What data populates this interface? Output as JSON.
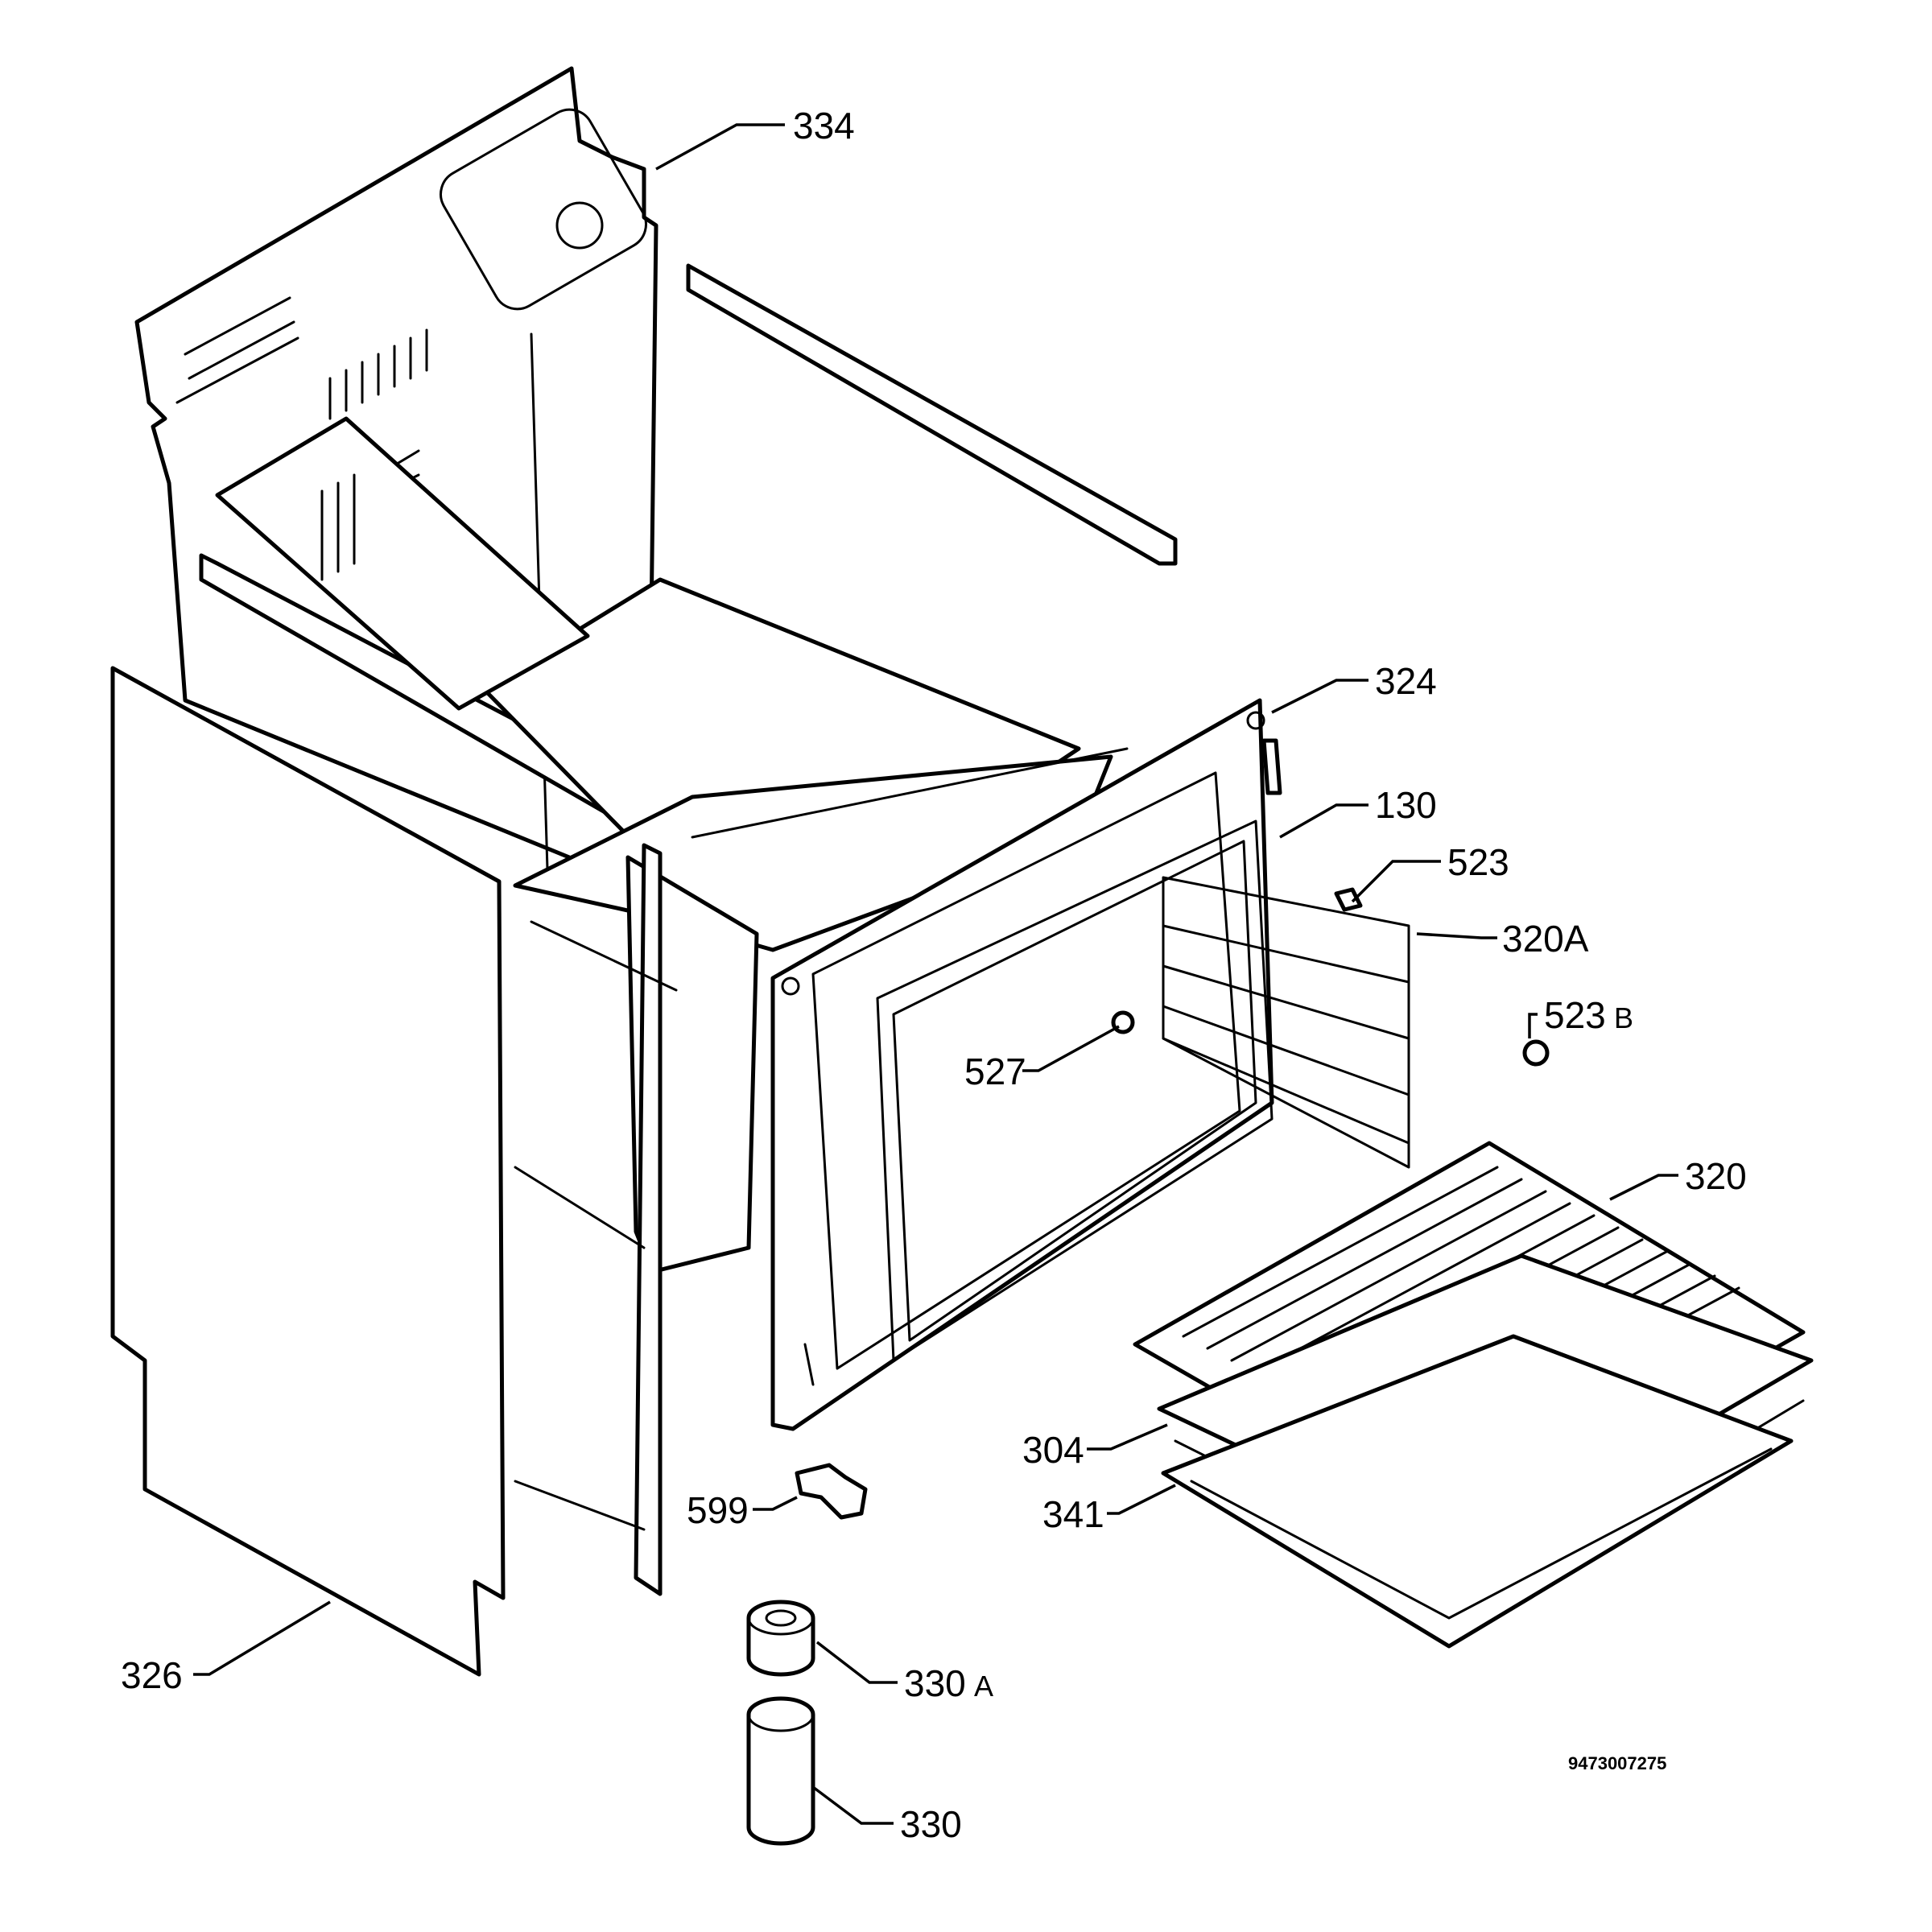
{
  "diagram": {
    "document_code": "9473007275",
    "labels": [
      {
        "id": "334",
        "text": "334",
        "suffix": ""
      },
      {
        "id": "324",
        "text": "324",
        "suffix": ""
      },
      {
        "id": "130",
        "text": "130",
        "suffix": ""
      },
      {
        "id": "523",
        "text": "523",
        "suffix": ""
      },
      {
        "id": "320A",
        "text": "320A",
        "suffix": ""
      },
      {
        "id": "523B",
        "text": "523",
        "suffix": "B"
      },
      {
        "id": "527",
        "text": "527",
        "suffix": ""
      },
      {
        "id": "320",
        "text": "320",
        "suffix": ""
      },
      {
        "id": "304",
        "text": "304",
        "suffix": ""
      },
      {
        "id": "341",
        "text": "341",
        "suffix": ""
      },
      {
        "id": "599",
        "text": "599",
        "suffix": ""
      },
      {
        "id": "326",
        "text": "326",
        "suffix": ""
      },
      {
        "id": "330A",
        "text": "330",
        "suffix": "A"
      },
      {
        "id": "330",
        "text": "330",
        "suffix": ""
      }
    ]
  }
}
